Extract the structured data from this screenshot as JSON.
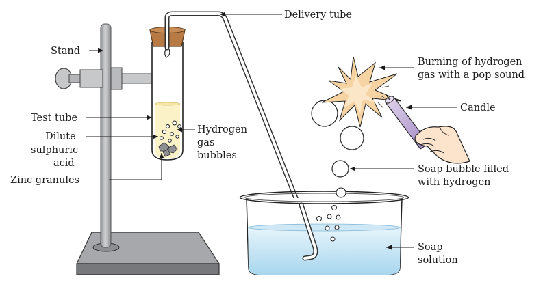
{
  "labels": {
    "stand": "Stand",
    "test_tube": "Test tube",
    "dilute_acid": [
      "Dilute",
      "sulphuric",
      "acid"
    ],
    "zinc_granules": "Zinc granules",
    "hydrogen_bubbles": [
      "Hydrogen",
      "gas",
      "bubbles"
    ],
    "delivery_tube": "Delivery tube",
    "burning": [
      "Burning of hydrogen",
      "gas with a pop sound"
    ],
    "candle": "Candle",
    "soap_bubble": [
      "Soap bubble filled",
      "with hydrogen"
    ],
    "soap_solution": [
      "Soap",
      "solution"
    ]
  },
  "colors": {
    "stand_grey": "#a9abae",
    "base_grey": "#8c8e91",
    "cork": "#b87a45",
    "acid": "#fbf2c8",
    "water": "#bfe1f2",
    "flame": "#f6d3a3",
    "candle": "#c8b3dd",
    "skin": "#fbe3cc"
  }
}
